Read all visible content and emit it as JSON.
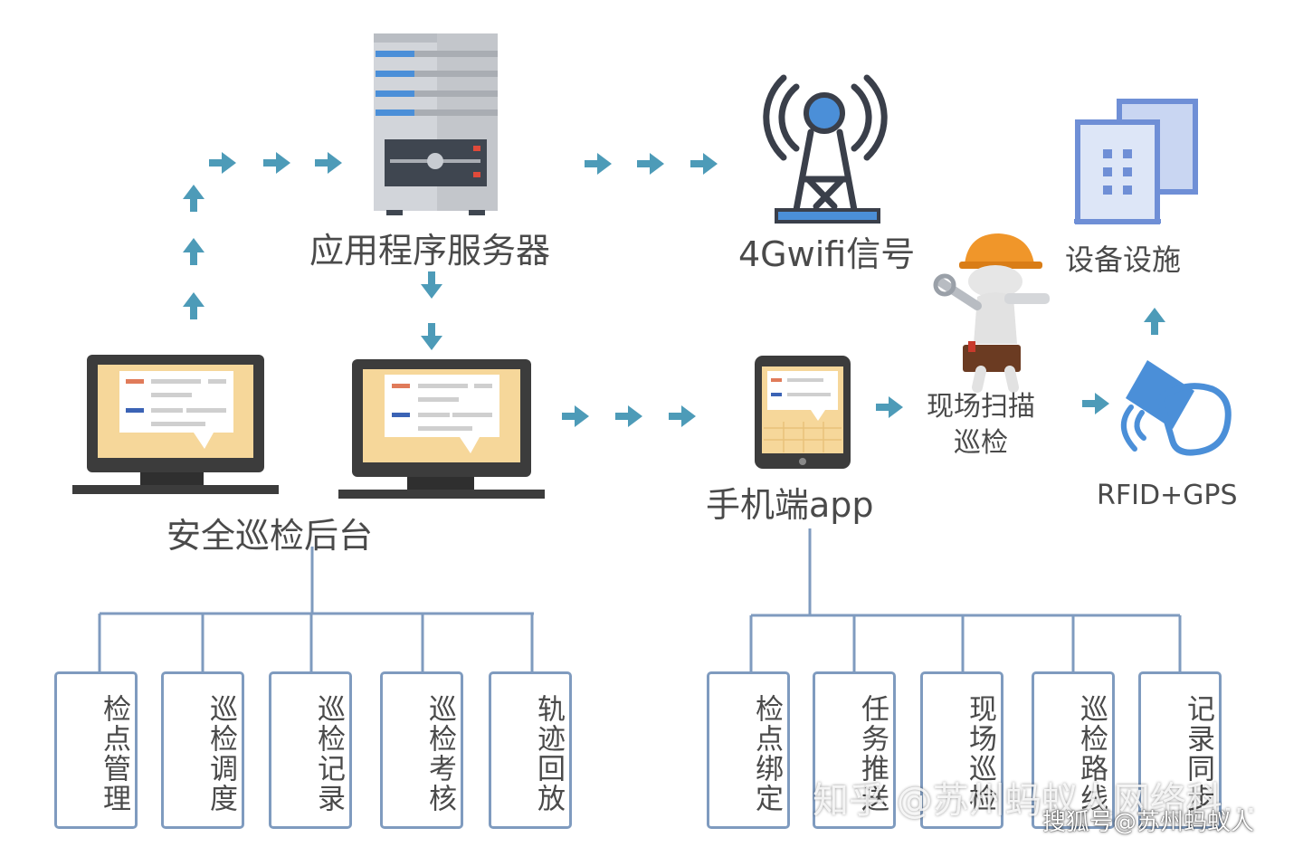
{
  "labels": {
    "server": "应用程序服务器",
    "wifi": "4Gwifi信号",
    "facility": "设备设施",
    "backend": "安全巡检后台",
    "mobile": "手机端app",
    "scan": "现场扫描\n巡检",
    "rfid": "RFID+GPS"
  },
  "left_boxes": [
    "检点管理",
    "巡检调度",
    "巡检记录",
    "巡检考核",
    "轨迹回放"
  ],
  "right_boxes": [
    "检点绑定",
    "任务推送",
    "现场巡检",
    "巡检路线",
    "记录同步"
  ],
  "watermarks": {
    "zhihu": "知乎 @苏州蚂蚁人网络科...",
    "sohu": "搜狐号@苏州蚂蚁人"
  },
  "colors": {
    "arrow": "#4d9bb8",
    "tree_line": "#7f9bbf",
    "text": "#4a4a4a",
    "screen": "#f6d79a",
    "monitor": "#3c3c3c",
    "server": "#c9ccd1",
    "accent_blue": "#4b8fd8",
    "helmet": "#f0962a"
  }
}
